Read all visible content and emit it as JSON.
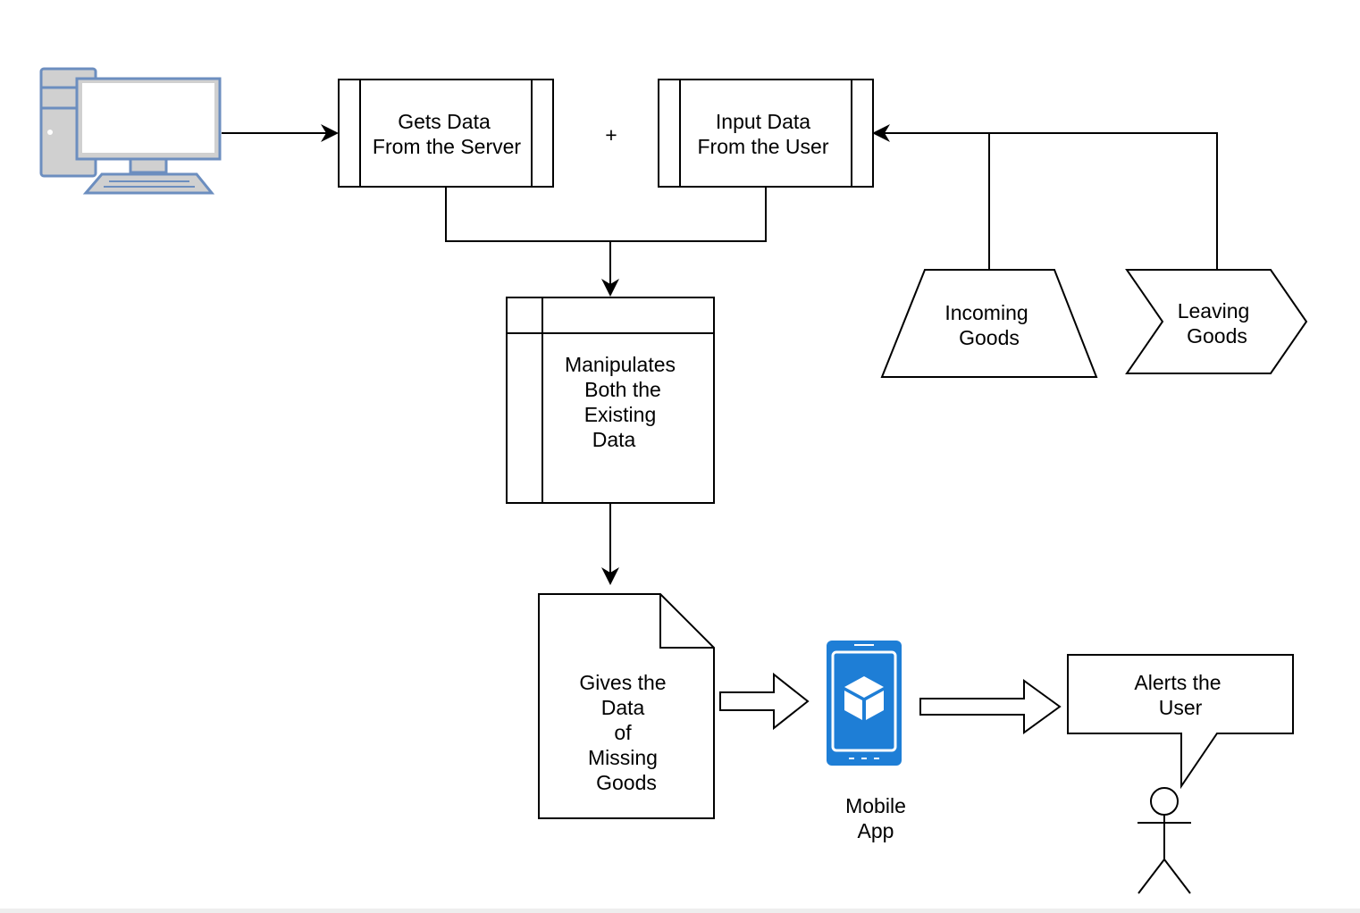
{
  "nodes": {
    "server_process": {
      "lines": [
        "Gets Data",
        "From the Server"
      ]
    },
    "plus_sign": "+",
    "user_input_process": {
      "lines": [
        "Input Data",
        "From the User"
      ]
    },
    "incoming_goods": {
      "lines": [
        "Incoming",
        "Goods"
      ]
    },
    "leaving_goods": {
      "lines": [
        "Leaving",
        "Goods"
      ]
    },
    "manipulate_store": {
      "lines": [
        "Manipulates",
        "Both the",
        "Existing",
        "Data"
      ]
    },
    "missing_goods_document": {
      "lines": [
        "Gives the",
        "Data",
        "of",
        "Missing",
        "Goods"
      ]
    },
    "mobile_app": {
      "lines": [
        "Mobile",
        "App"
      ]
    },
    "alert_callout": {
      "lines": [
        "Alerts the",
        "User"
      ]
    }
  },
  "icons": {
    "computer": "desktop-computer-icon",
    "mobile": "mobile-app-icon",
    "actor": "user-actor-icon"
  },
  "colors": {
    "computer_fill": "#d0d0d0",
    "computer_stroke": "#6c8ebf",
    "mobile_blue": "#1e7ed6",
    "line": "#000000"
  }
}
